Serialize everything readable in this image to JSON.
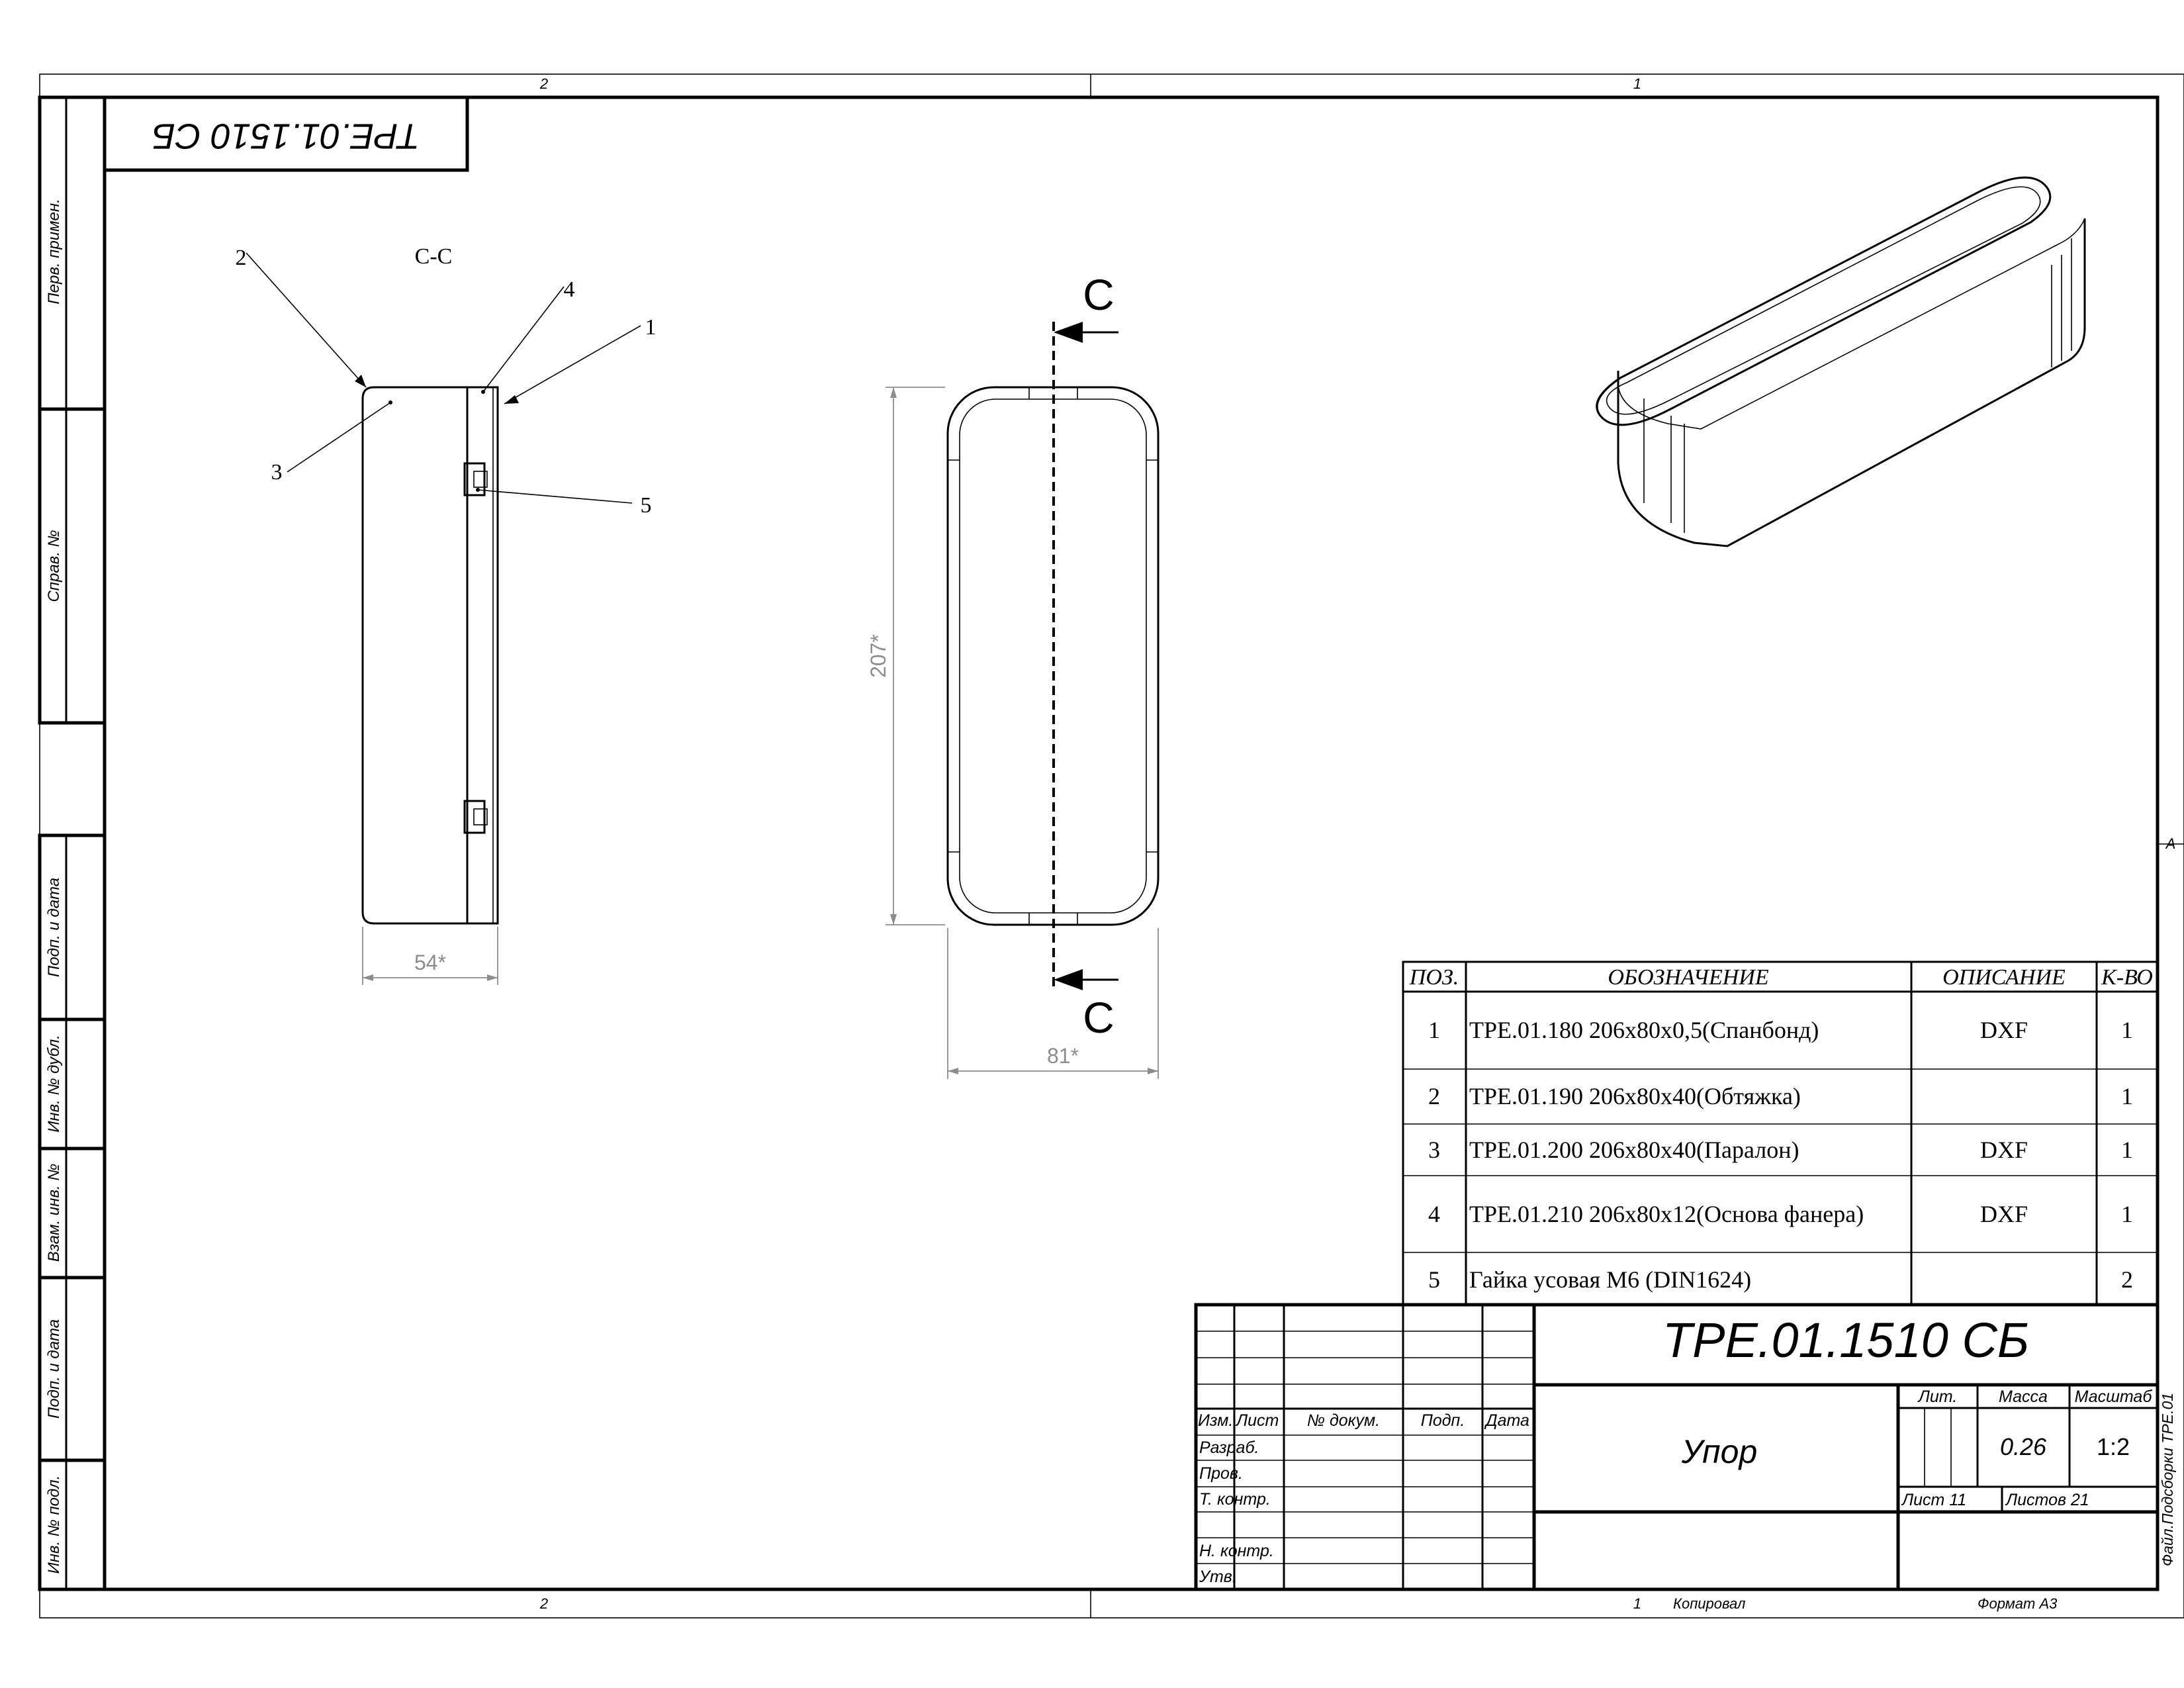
{
  "sheet": {
    "zones_top": [
      "2",
      "1"
    ],
    "zones_bottom": [
      "2",
      "1"
    ],
    "zone_right": "A",
    "copied_by": "Копировал",
    "format": "Формат A3",
    "file_label": "Файл.Подсборки TPE.01"
  },
  "side_strip": [
    "Перв. примен.",
    "Справ. №",
    "Подп. и дата",
    "Инв. № дубл.",
    "Взам. инв. №",
    "Подп. и дата",
    "Инв. № подл."
  ],
  "rotated_designation": "TPE.01.1510 СБ",
  "views": {
    "section_title": "C-C",
    "section_mark": "C",
    "balloons": [
      "1",
      "2",
      "3",
      "4",
      "5"
    ],
    "dim_width": "54*",
    "dim_height": "207*",
    "dim_length": "81*"
  },
  "bom": {
    "headers": [
      "ПОЗ.",
      "ОБОЗНАЧЕНИЕ",
      "ОПИСАНИЕ",
      "К-ВО"
    ],
    "rows": [
      {
        "pos": "1",
        "designation": "TPE.01.180 206x80x0,5(Спанбонд)",
        "description": "DXF",
        "qty": "1"
      },
      {
        "pos": "2",
        "designation": "TPE.01.190 206x80x40(Обтяжка)",
        "description": "",
        "qty": "1"
      },
      {
        "pos": "3",
        "designation": "TPE.01.200 206x80x40(Паралон)",
        "description": "DXF",
        "qty": "1"
      },
      {
        "pos": "4",
        "designation": "TPE.01.210 206x80x12(Основа фанера)",
        "description": "DXF",
        "qty": "1"
      },
      {
        "pos": "5",
        "designation": "Гайка усовая M6 (DIN1624)",
        "description": "",
        "qty": "2"
      }
    ]
  },
  "title_block": {
    "designation": "TPE.01.1510 СБ",
    "name": "Упор",
    "lit_label": "Лит.",
    "mass_label": "Масса",
    "scale_label": "Масштаб",
    "mass": "0.26",
    "scale": "1:2",
    "sheet_label": "Лист 11",
    "sheets_label": "Листов 21",
    "col_headers": [
      "Изм.",
      "Лист",
      "№ докум.",
      "Подп.",
      "Дата"
    ],
    "roles": [
      "Разраб.",
      "Пров.",
      "Т. контр.",
      "Н. контр.",
      "Утв."
    ]
  }
}
